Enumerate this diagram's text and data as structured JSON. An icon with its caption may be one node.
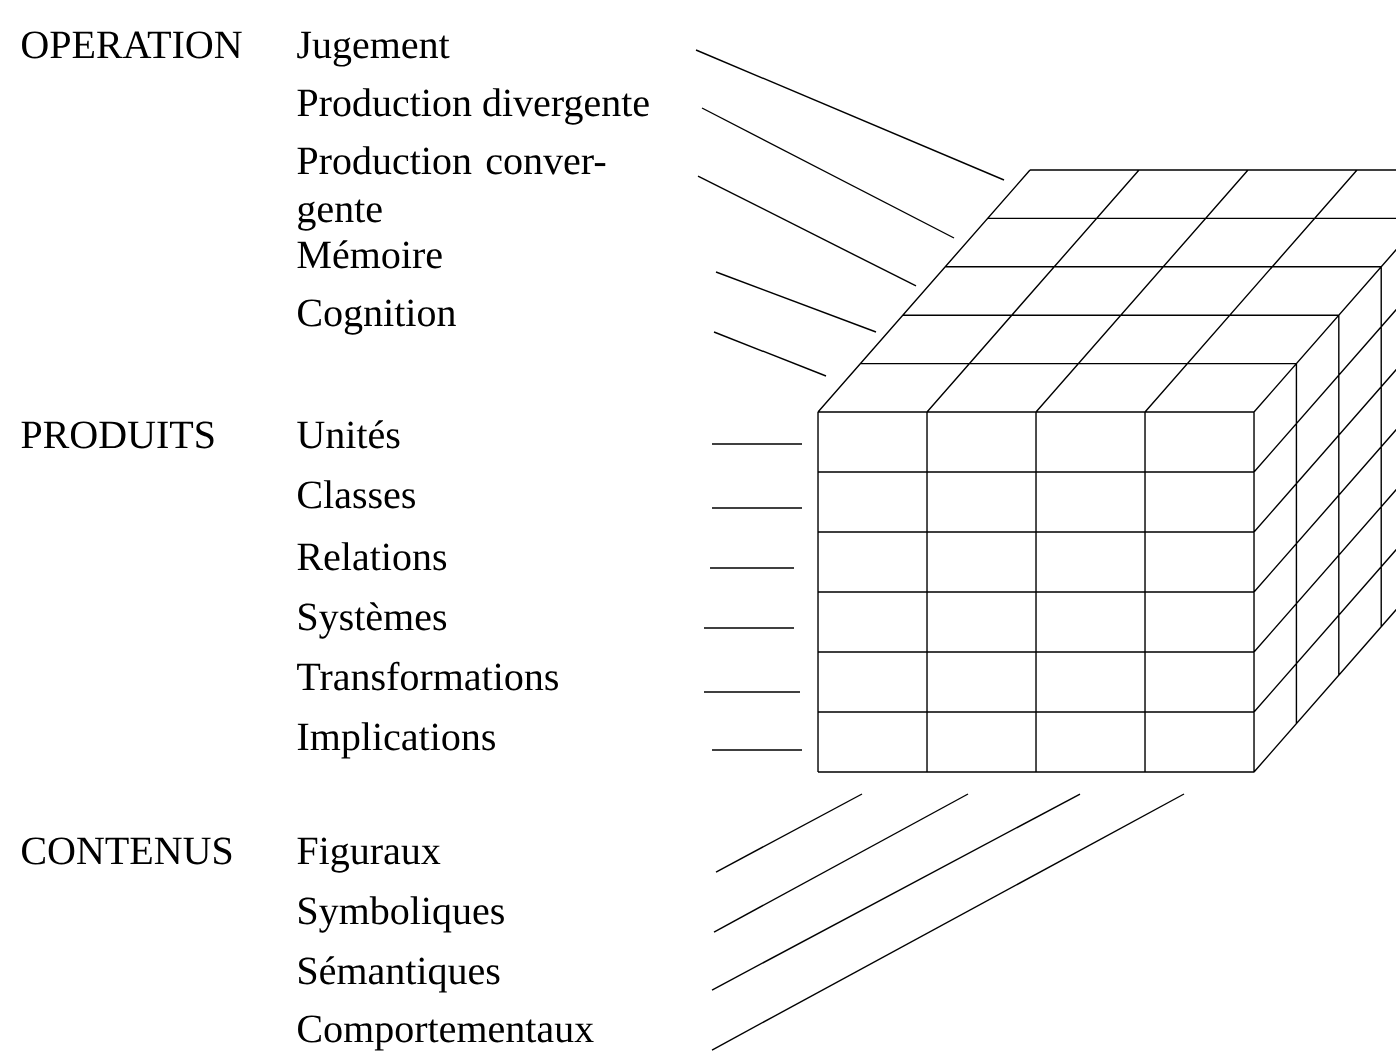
{
  "diagram": {
    "labels": [
      "OPERATION",
      "Jugement",
      "Production divergente",
      "Production conver- gente",
      "Mémoire",
      "Cognition",
      "PRODUITS",
      "Unités",
      "Classes",
      "Relations",
      "Systèmes",
      "Transformations",
      "Implications",
      "CONTENUS",
      "Figuraux",
      "Symboliques",
      "Sémantiques",
      "Comportementaux"
    ]
  }
}
